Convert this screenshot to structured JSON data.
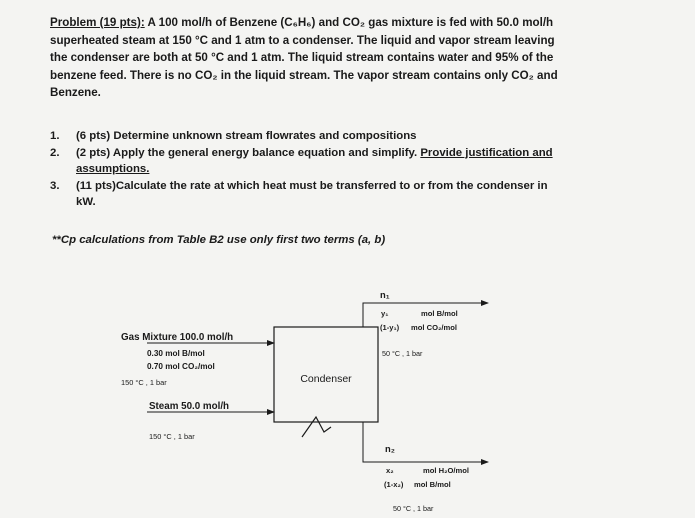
{
  "problem": {
    "lines": [
      {
        "underlined": "Problem (19 pts):",
        "text": " A 100 mol/h of Benzene (C₆H₆) and CO₂ gas mixture is fed with 50.0 mol/h"
      },
      {
        "text": "superheated steam at 150 °C and 1 atm to a condenser. The liquid and vapor stream leaving"
      },
      {
        "text": "the condenser are both at 50 °C and 1 atm.  The liquid stream contains water and 95% of the"
      },
      {
        "text": "benzene feed. There is no CO₂ in the liquid stream.  The vapor stream contains only CO₂ and"
      },
      {
        "text": "Benzene."
      }
    ]
  },
  "questions": [
    {
      "num": "1.",
      "lines": [
        "(6 pts) Determine unknown stream flowrates and compositions"
      ]
    },
    {
      "num": "2.",
      "lines": [
        "(2 pts) Apply the general energy balance equation and simplify. "
      ],
      "underlined_tail": "Provide justification and",
      "underlined_line2": "assumptions."
    },
    {
      "num": "3.",
      "lines": [
        "(11 pts)Calculate the rate at which heat must be transferred to or from the condenser in",
        "kW."
      ]
    }
  ],
  "note": "**Cp calculations from Table B2 use only first two terms (a, b)",
  "diagram": {
    "unit_label": "Condenser",
    "gas_feed": {
      "label": "Gas Mixture 100.0 mol/h",
      "comp1": "0.30 mol B/mol",
      "comp2": "0.70 mol CO₂/mol",
      "conditions": "150 °C , 1 bar"
    },
    "steam_feed": {
      "label": "Steam 50.0 mol/h",
      "conditions": "150 °C , 1 bar"
    },
    "vapor_out": {
      "flow": "n₁",
      "frac": "y₁",
      "comp1": "mol B/mol",
      "frac2": "(1-y₁)",
      "comp2": "mol CO₂/mol",
      "conditions": "50 °C , 1 bar"
    },
    "liquid_out": {
      "flow": "n₂",
      "frac": "x₂",
      "comp1": "mol H₂O/mol",
      "frac2": "(1-x₂)",
      "comp2": "mol B/mol",
      "conditions": "50 °C , 1 bar"
    }
  }
}
